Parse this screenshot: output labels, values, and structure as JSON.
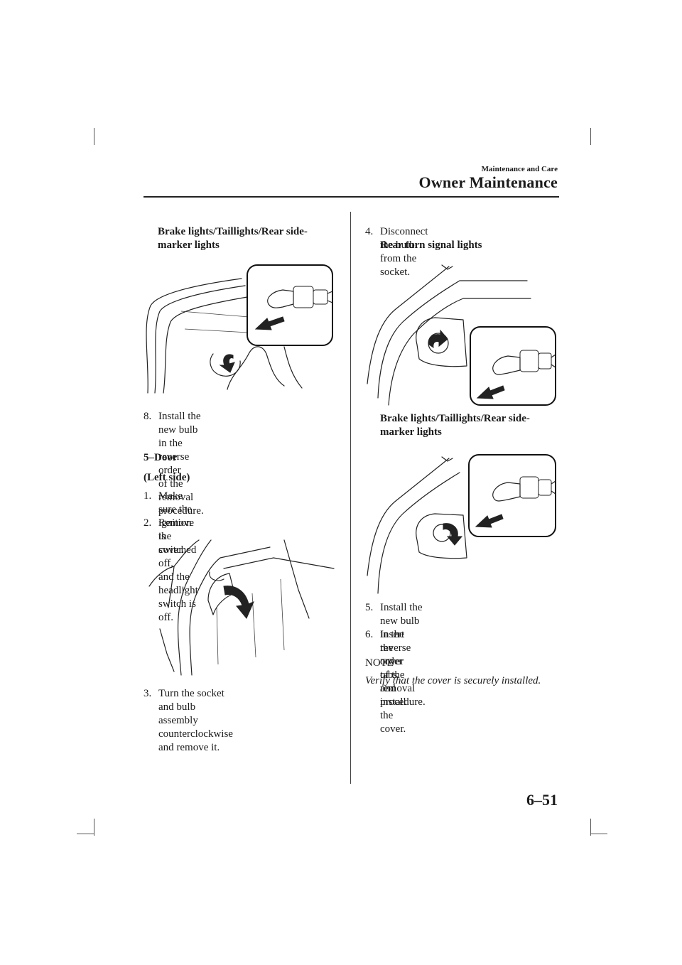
{
  "header": {
    "section": "Maintenance and Care",
    "title": "Owner Maintenance"
  },
  "left": {
    "caption1": [
      "Brake lights/Taillights/Rear side-",
      "marker lights"
    ],
    "step8": {
      "num": "8.",
      "lines": [
        "Install the new bulb in the reverse order",
        "of the removal procedure."
      ]
    },
    "subsection": "5–Door",
    "side": "(Left side)",
    "step1": {
      "num": "1.",
      "lines": [
        "Make sure the ignition is switched off,",
        "and the headlight switch is off."
      ]
    },
    "step2": {
      "num": "2.",
      "lines": [
        "Remove the cover."
      ]
    },
    "step3": {
      "num": "3.",
      "lines": [
        "Turn the socket and bulb assembly",
        "counterclockwise and remove it."
      ]
    }
  },
  "right": {
    "step4": {
      "num": "4.",
      "lines": [
        "Disconnect the bulb from the socket."
      ]
    },
    "caption_turn": "Rear turn signal lights",
    "caption2": [
      "Brake lights/Taillights/Rear side-",
      "marker lights"
    ],
    "step5": {
      "num": "5.",
      "lines": [
        "Install the new bulb in the reverse order",
        "of the removal procedure."
      ]
    },
    "step6": {
      "num": "6.",
      "lines": [
        "Insert the cover tabs and install the",
        "cover."
      ]
    },
    "note_label": "NOTE",
    "note_text": "Verify that the cover is securely installed."
  },
  "footer": {
    "page": "6–51"
  },
  "figures": {
    "fig1": "brake-light-socket-illustration",
    "fig2": "cover-removal-illustration",
    "fig3": "turn-signal-socket-illustration",
    "fig4": "brake-light-socket-illustration-2"
  }
}
